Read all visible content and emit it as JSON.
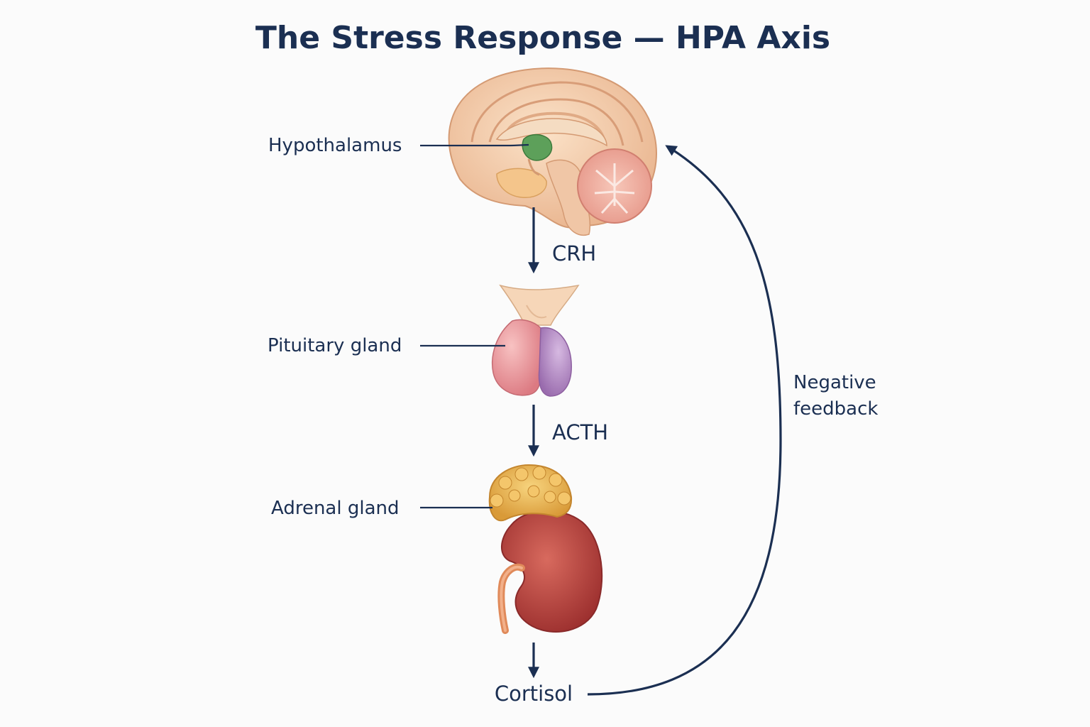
{
  "title": "The Stress Response — HPA Axis",
  "organs": {
    "hypothalamus": "Hypothalamus",
    "pituitary": "Pituitary gland",
    "adrenal": "Adrenal gland"
  },
  "hormones": {
    "crh": "CRH",
    "acth": "ACTH",
    "cortisol": "Cortisol"
  },
  "feedback": {
    "line1": "Negative",
    "line2": "feedback"
  },
  "colors": {
    "text": "#1b2f52",
    "brain": "#f2c9a6",
    "hypothalamus": "#5da05a",
    "pituitary_anterior": "#e88f97",
    "pituitary_posterior": "#a97fb8",
    "adrenal": "#e9b24f",
    "kidney": "#b8423d"
  }
}
